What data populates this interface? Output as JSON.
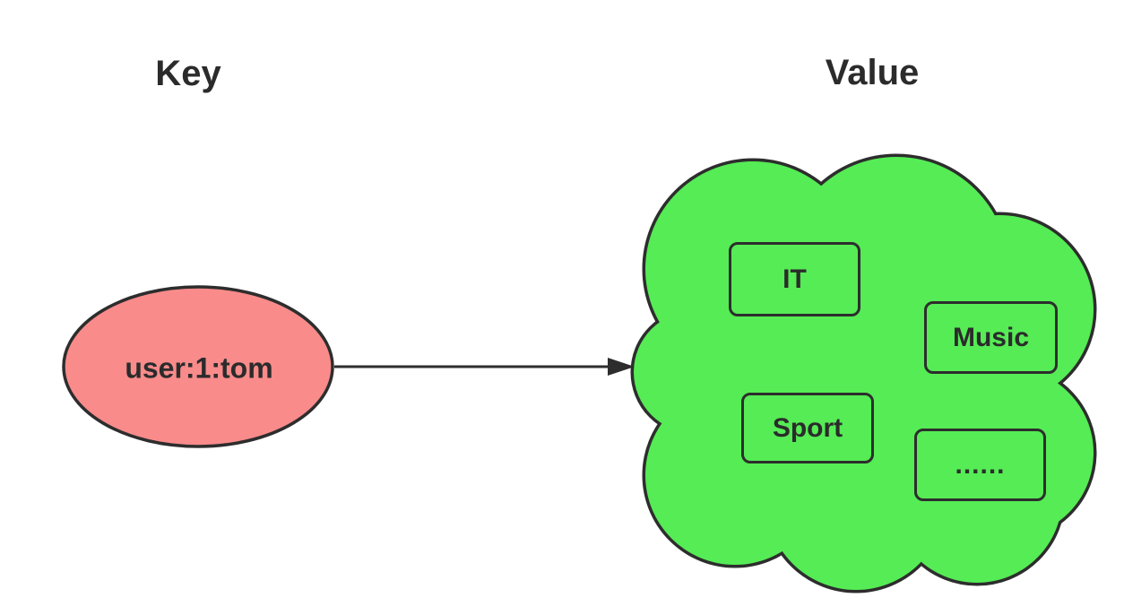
{
  "diagram": {
    "key": {
      "heading": "Key",
      "node_label": "user:1:tom"
    },
    "value": {
      "heading": "Value",
      "items": [
        "IT",
        "Music",
        "Sport",
        "......"
      ]
    },
    "colors": {
      "key_fill": "#f98b8b",
      "value_fill": "#55ec55",
      "stroke": "#2d2d2d",
      "text": "#2b2b2b"
    }
  }
}
